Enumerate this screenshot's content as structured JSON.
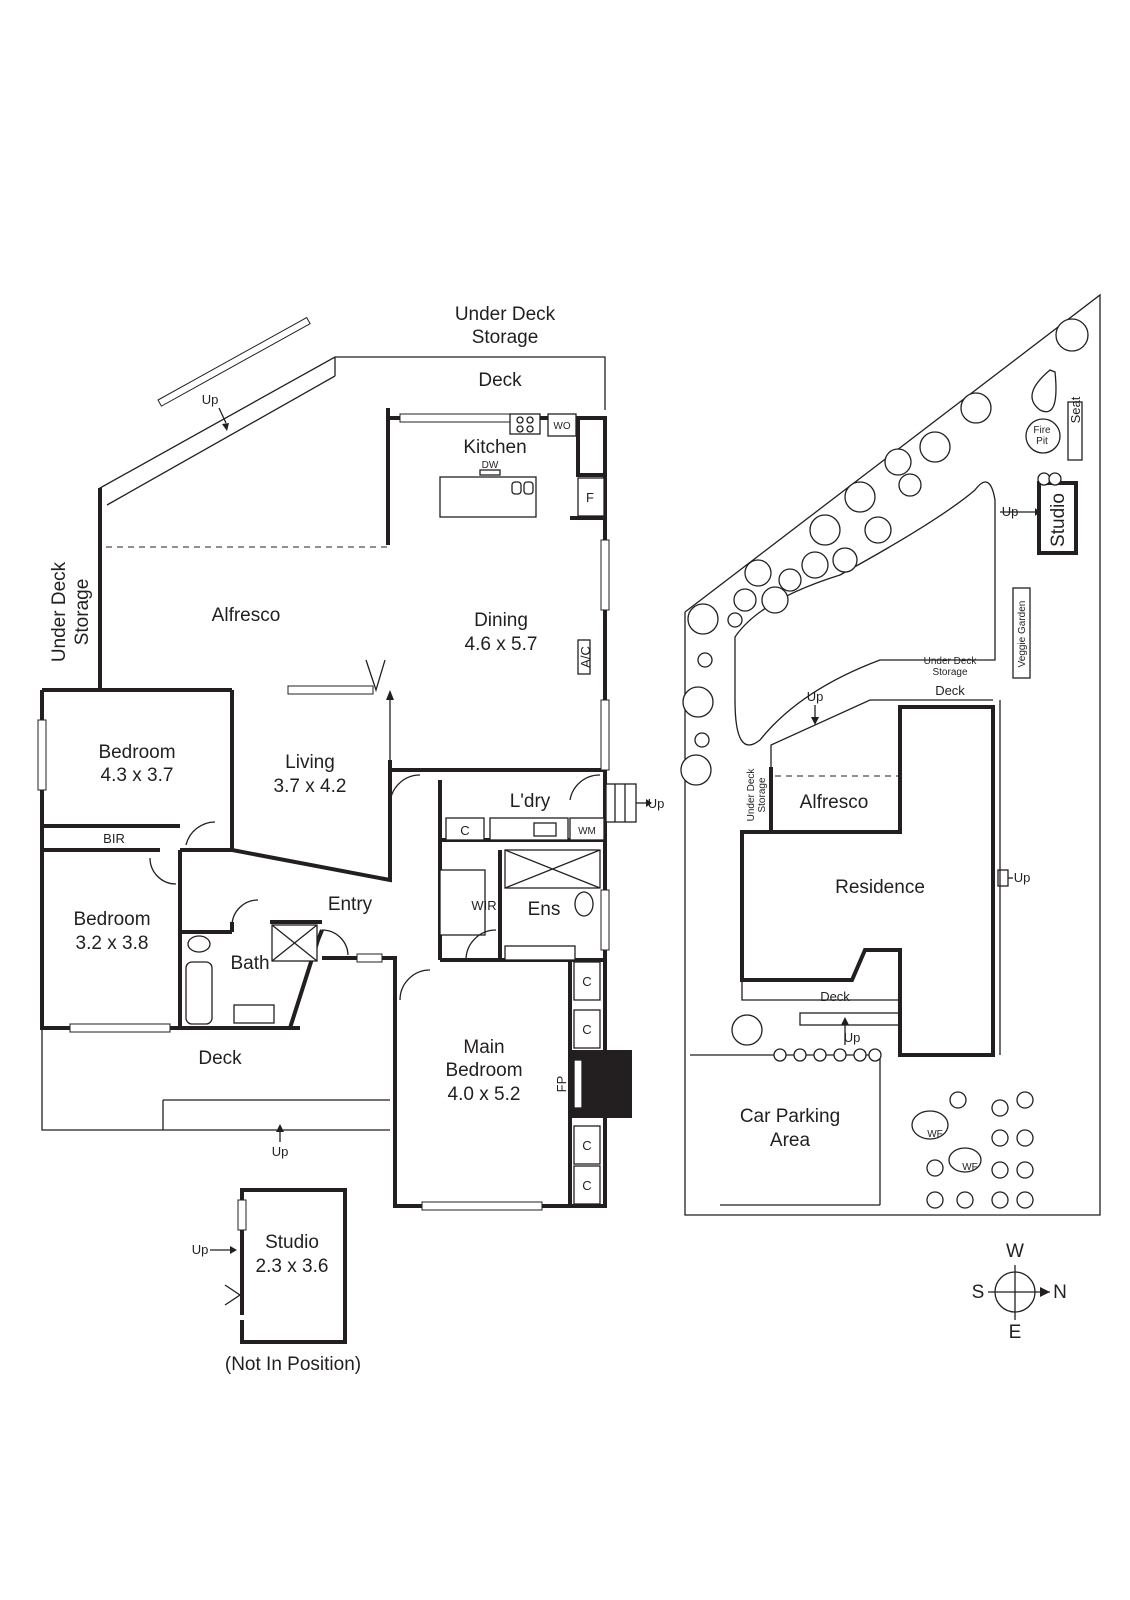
{
  "floor_plan": {
    "rooms": {
      "under_deck_storage_top": [
        "Under Deck",
        "Storage"
      ],
      "deck_top": "Deck",
      "kitchen": "Kitchen",
      "dw": "DW",
      "wo": "WO",
      "fridge": "F",
      "under_deck_storage_left": [
        "Under Deck",
        "Storage"
      ],
      "alfresco": "Alfresco",
      "dining": [
        "Dining",
        "4.6 x 5.7"
      ],
      "ac": "A/C",
      "bedroom_1": [
        "Bedroom",
        "4.3 x 3.7"
      ],
      "living": [
        "Living",
        "3.7 x 4.2"
      ],
      "bir": "BIR",
      "laundry": "L'dry",
      "cupboard": "C",
      "wm": "WM",
      "entry": "Entry",
      "bedroom_2": [
        "Bedroom",
        "3.2 x 3.8"
      ],
      "wir": "WIR",
      "ensuite": "Ens",
      "bath": "Bath",
      "deck_bottom": "Deck",
      "main_bedroom": [
        "Main",
        "Bedroom",
        "4.0 x 5.2"
      ],
      "fireplace": "FP",
      "studio": [
        "Studio",
        "2.3 x 3.6"
      ],
      "studio_note": "(Not In Position)",
      "up": "Up"
    }
  },
  "site_plan": {
    "labels": {
      "fire_pit": [
        "Fire",
        "Pit"
      ],
      "seat": "Seat",
      "studio": "Studio",
      "up": "Up",
      "veggie_garden": "Veggie Garden",
      "under_deck_storage": [
        "Under Deck",
        "Storage"
      ],
      "deck_top": "Deck",
      "under_deck_storage_vertical": [
        "Under Deck",
        "Storage"
      ],
      "alfresco": "Alfresco",
      "residence": "Residence",
      "deck_bottom": "Deck",
      "car_parking": [
        "Car Parking",
        "Area"
      ],
      "water_feature": "WF"
    }
  },
  "compass": {
    "west": "W",
    "south": "S",
    "north": "N",
    "east": "E"
  }
}
